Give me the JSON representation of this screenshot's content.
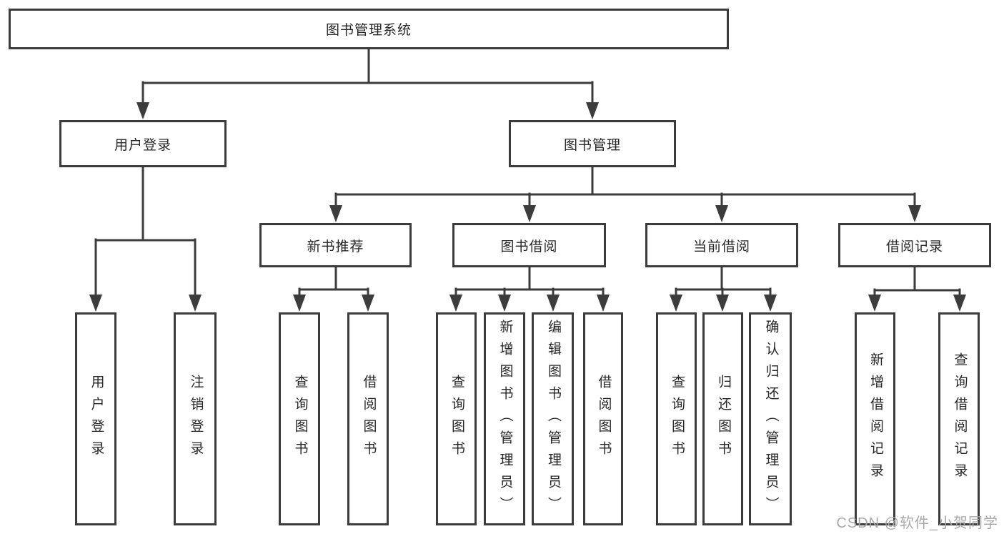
{
  "diagram": {
    "type": "hierarchy-tree",
    "nodes": {
      "root": "图书管理系统",
      "level2": [
        "用户登录",
        "图书管理"
      ],
      "level3": [
        "新书推荐",
        "图书借阅",
        "当前借阅",
        "借阅记录"
      ],
      "login_leaves": [
        "用户登录",
        "注销登录"
      ],
      "recommend_leaves": [
        "查询图书",
        "借阅图书"
      ],
      "borrow_leaves": [
        "查询图书",
        "新增图书（管理员）",
        "编辑图书（管理员）",
        "借阅图书"
      ],
      "current_leaves": [
        "查询图书",
        "归还图书",
        "确认归还（管理员）"
      ],
      "record_leaves": [
        "新增借阅记录",
        "查询借阅记录"
      ]
    },
    "colors": {
      "line": "#3c3c3c",
      "text": "#262626",
      "box_background": "#ffffff",
      "watermark": "#a9a9a9",
      "page_background": "#ffffff"
    }
  },
  "watermark": "CSDN @软件_小贺同学"
}
